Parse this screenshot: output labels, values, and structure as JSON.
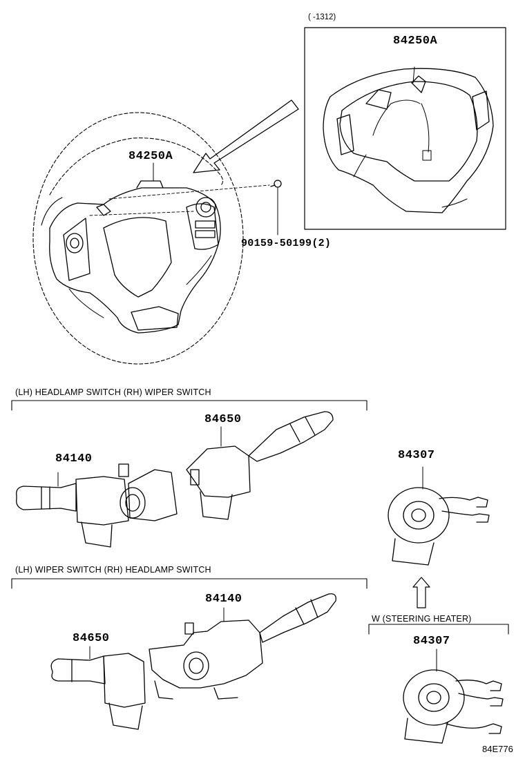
{
  "diagram": {
    "inset_note": "(      -1312)",
    "parts": {
      "inset_pad": "84250A",
      "main_pad": "84250A",
      "screw": "90159-50199(2)",
      "headlamp_switch_top": "84140",
      "wiper_switch_top": "84650",
      "spiral_cable_top": "84307",
      "headlamp_switch_bottom": "84140",
      "wiper_switch_bottom": "84650",
      "spiral_cable_heater": "84307"
    },
    "groups": {
      "top_caption": "(LH) HEADLAMP SWITCH    (RH) WIPER SWITCH",
      "bottom_caption": "(LH) WIPER SWITCH    (RH) HEADLAMP SWITCH",
      "heater_caption": "W (STEERING HEATER)"
    },
    "code": "84E776"
  }
}
